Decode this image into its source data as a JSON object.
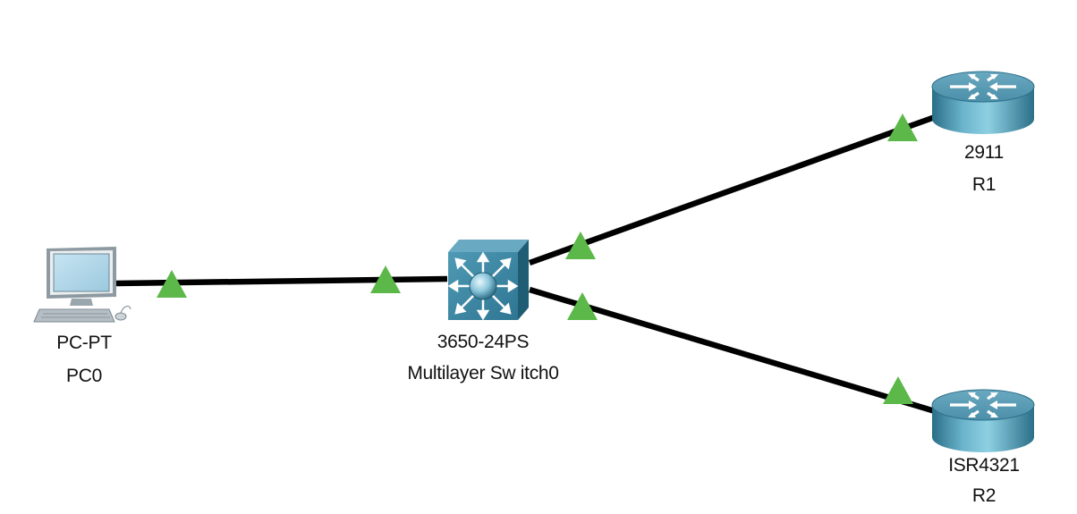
{
  "topology": {
    "devices": [
      {
        "id": "pc0",
        "model": "PC-PT",
        "name": "PC0",
        "icon": "pc-icon"
      },
      {
        "id": "sw0",
        "model": "3650-24PS",
        "name": "Multilayer Sw itch0",
        "icon": "multilayer-switch-icon"
      },
      {
        "id": "r1",
        "model": "2911",
        "name": "R1",
        "icon": "router-icon"
      },
      {
        "id": "r2",
        "model": "ISR4321",
        "name": "R2",
        "icon": "router-icon"
      }
    ],
    "links": [
      {
        "from": "pc0",
        "to": "sw0",
        "status": "up"
      },
      {
        "from": "sw0",
        "to": "r1",
        "status": "up"
      },
      {
        "from": "sw0",
        "to": "r2",
        "status": "up"
      }
    ],
    "colors": {
      "cable": "#000000",
      "link_up": "#5cb848",
      "device_blue": "#3d8aa6",
      "label": "#111111"
    }
  }
}
